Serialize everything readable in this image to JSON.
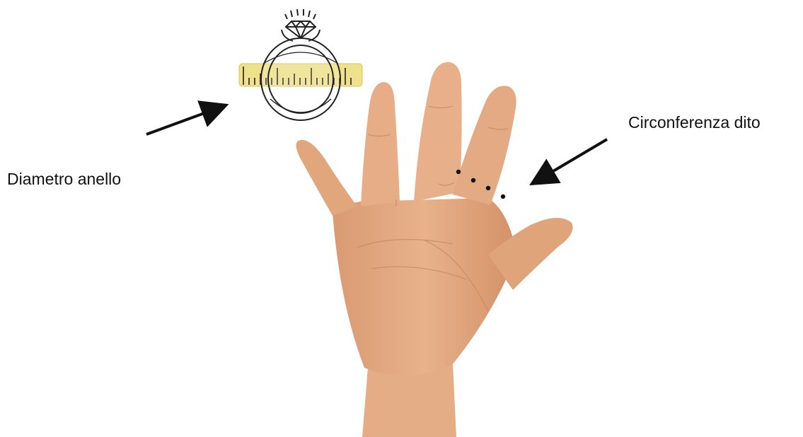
{
  "labels": {
    "ring_diameter": "Diametro anello",
    "finger_circumference": "Circonferenza dito"
  },
  "colors": {
    "skin": "#e3a981",
    "skin_shadow": "#c98a63",
    "ruler": "#efe08c",
    "ink": "#111111"
  },
  "icons": {
    "ring": "ring-with-gem-icon",
    "ruler": "ruler-icon",
    "hand": "open-hand-illustration"
  }
}
